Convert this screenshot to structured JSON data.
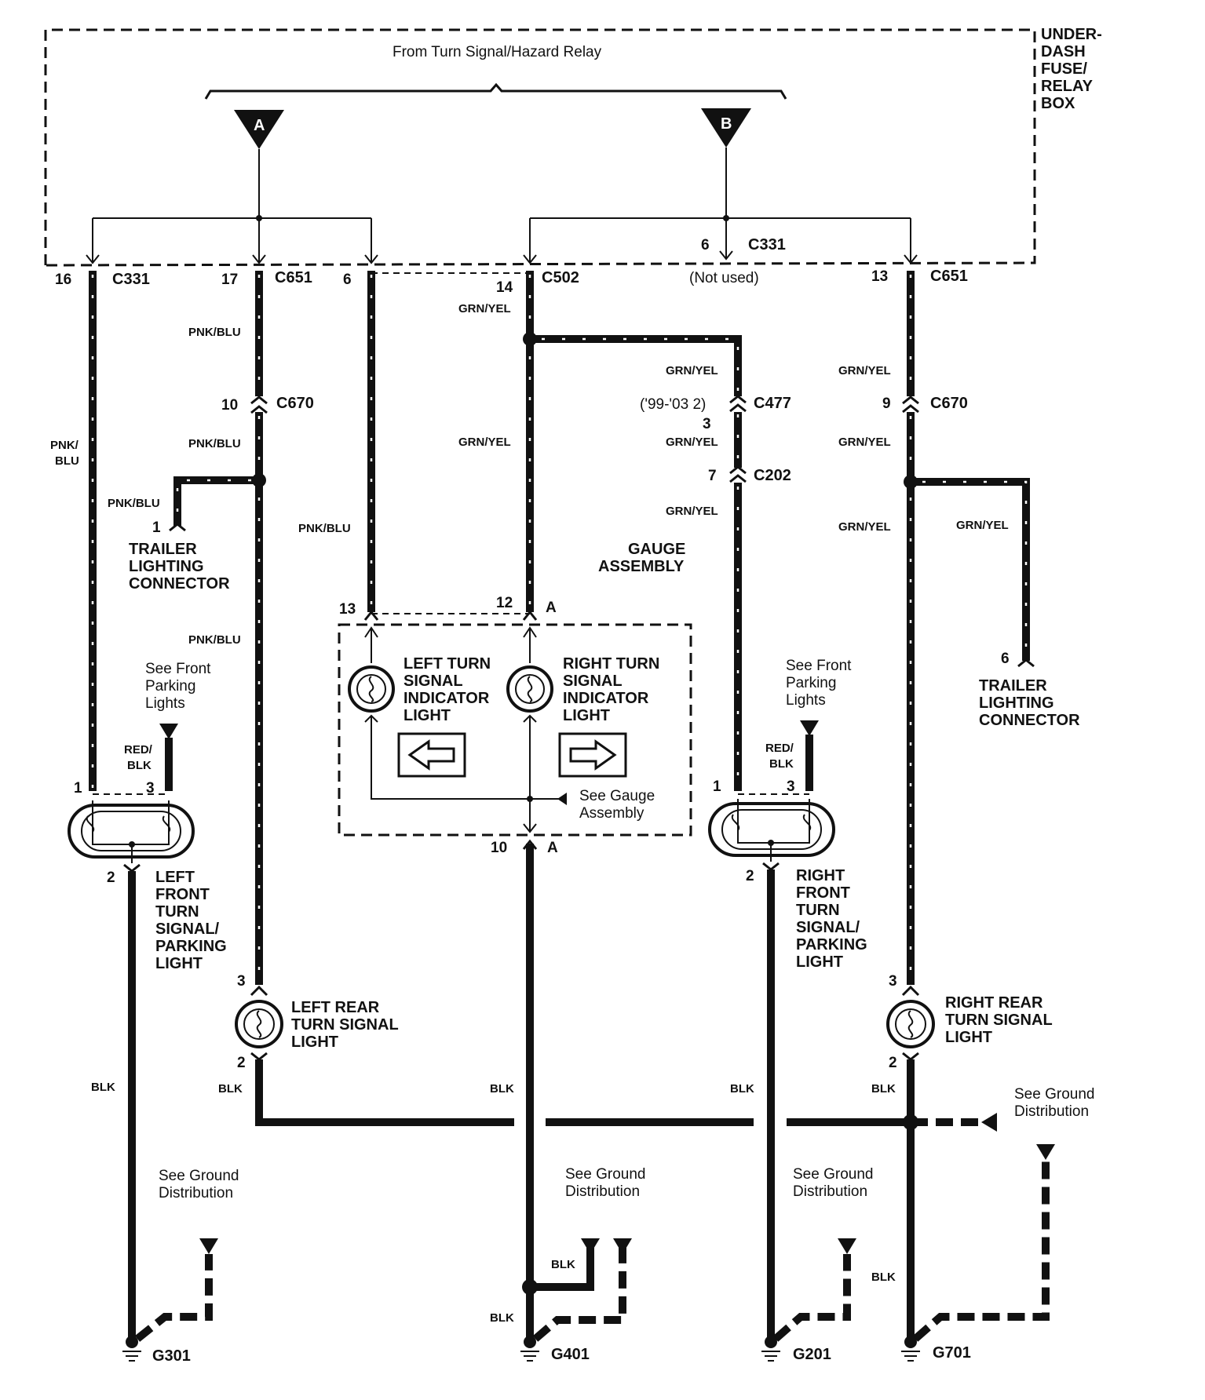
{
  "header": {
    "relay_label": "From Turn Signal/Hazard Relay",
    "box_label": [
      "UNDER-",
      "DASH",
      "FUSE/",
      "RELAY",
      "BOX"
    ],
    "terminal_a": "A",
    "terminal_b": "B"
  },
  "connectors": {
    "c331": "C331",
    "c651": "C651",
    "c502": "C502",
    "c670": "C670",
    "c477": "C477",
    "c202": "C202",
    "not_used": "(Not used)",
    "year_note": "('99-'03 2)"
  },
  "pins": {
    "p16": "16",
    "p17": "17",
    "p6a": "6",
    "p14": "14",
    "p6b": "6",
    "p13": "13",
    "p10": "10",
    "p9": "9",
    "p3": "3",
    "p7": "7",
    "p1": "1",
    "p6c": "6",
    "p13b": "13",
    "p12": "12",
    "pA": "A",
    "p10b": "10",
    "pA2": "A",
    "lf1": "1",
    "lf3": "3",
    "lf2": "2",
    "rf1": "1",
    "rf3": "3",
    "rf2": "2",
    "lr3": "3",
    "lr2": "2",
    "rr3": "3",
    "rr2": "2"
  },
  "wires": {
    "pnk_blu": "PNK/BLU",
    "pnk": "PNK/",
    "blu": "BLU",
    "grn_yel": "GRN/YEL",
    "red": "RED/",
    "blk_part": "BLK",
    "blk": "BLK"
  },
  "components": {
    "trailer_left": [
      "TRAILER",
      "LIGHTING",
      "CONNECTOR"
    ],
    "trailer_right": [
      "TRAILER",
      "LIGHTING",
      "CONNECTOR"
    ],
    "gauge": [
      "GAUGE",
      "ASSEMBLY"
    ],
    "left_indicator": [
      "LEFT TURN",
      "SIGNAL",
      "INDICATOR",
      "LIGHT"
    ],
    "right_indicator": [
      "RIGHT TURN",
      "SIGNAL",
      "INDICATOR",
      "LIGHT"
    ],
    "left_front": [
      "LEFT",
      "FRONT",
      "TURN",
      "SIGNAL/",
      "PARKING",
      "LIGHT"
    ],
    "right_front": [
      "RIGHT",
      "FRONT",
      "TURN",
      "SIGNAL/",
      "PARKING",
      "LIGHT"
    ],
    "left_rear": [
      "LEFT REAR",
      "TURN SIGNAL",
      "LIGHT"
    ],
    "right_rear": [
      "RIGHT REAR",
      "TURN SIGNAL",
      "LIGHT"
    ]
  },
  "notes": {
    "front_parking": [
      "See Front",
      "Parking",
      "Lights"
    ],
    "see_gauge": [
      "See Gauge",
      "Assembly"
    ],
    "ground_dist": [
      "See Ground",
      "Distribution"
    ]
  },
  "grounds": {
    "g301": "G301",
    "g401": "G401",
    "g201": "G201",
    "g701": "G701"
  }
}
